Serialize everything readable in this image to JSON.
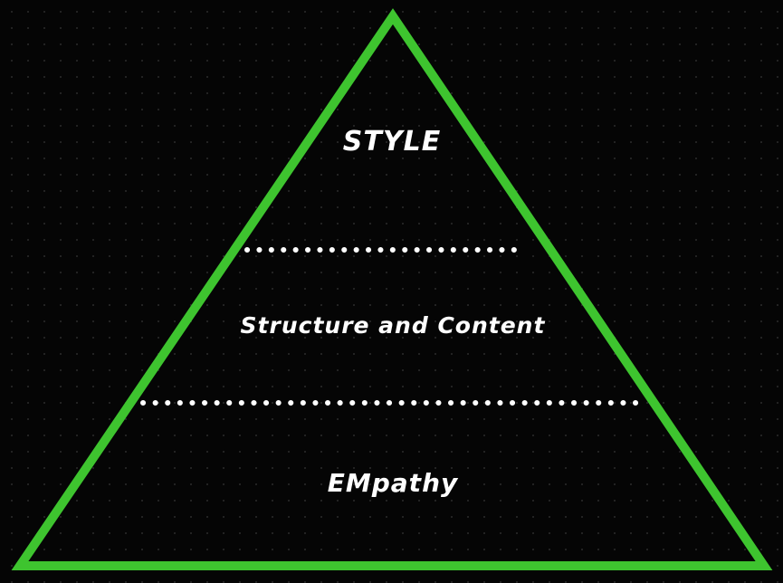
{
  "diagram": {
    "colors": {
      "background": "#050505",
      "outline": "#3ec42f",
      "text": "#ffffff",
      "divider": "#ffffff"
    },
    "layers": [
      {
        "label": "STYLE"
      },
      {
        "label": "Structure and Content"
      },
      {
        "label": "EMpathy"
      }
    ]
  }
}
